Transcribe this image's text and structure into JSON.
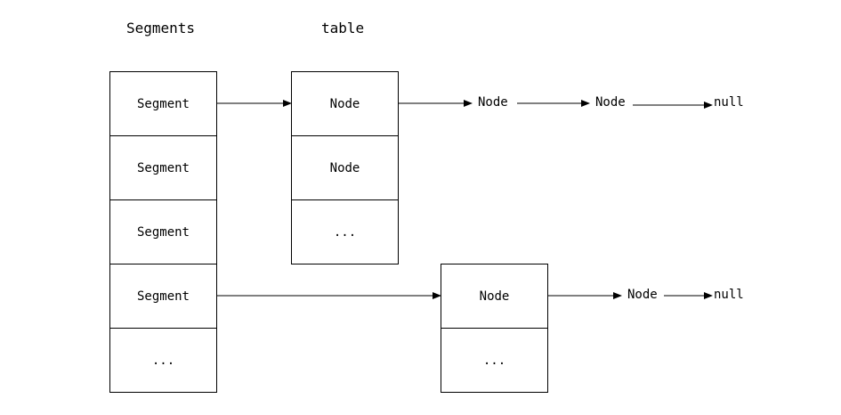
{
  "headings": {
    "segments": "Segments",
    "table": "table"
  },
  "segments": [
    "Segment",
    "Segment",
    "Segment",
    "Segment",
    "..."
  ],
  "table": [
    "Node",
    "Node",
    "..."
  ],
  "bucket2": [
    "Node",
    "..."
  ],
  "chain1": [
    "Node",
    "Node",
    "null"
  ],
  "chain2": [
    "Node",
    "null"
  ]
}
